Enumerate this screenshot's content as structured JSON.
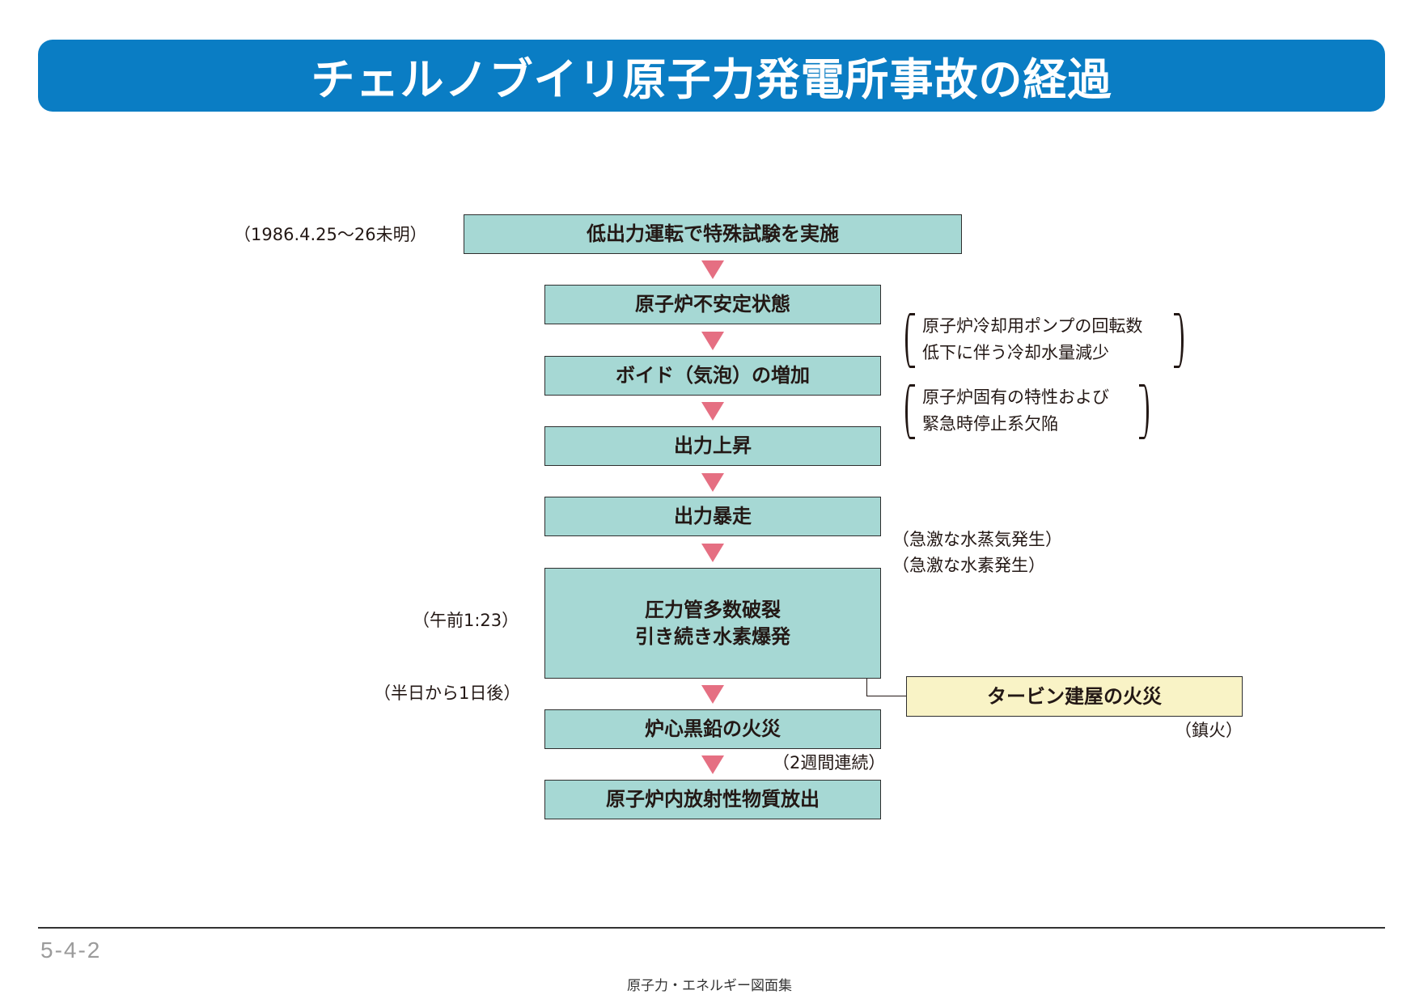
{
  "title": "チェルノブイリ原子力発電所事故の経過",
  "steps": [
    "低出力運転で特殊試験を実施",
    "原子炉不安定状態",
    "ボイド（気泡）の増加",
    "出力上昇",
    "出力暴走",
    "圧力管多数破裂\n引き続き水素爆発",
    "炉心黒鉛の火災",
    "原子炉内放射性物質放出"
  ],
  "side_box": "タービン建屋の火災",
  "notes": {
    "date": "（1986.4.25〜26未明）",
    "cause1": "原子炉冷却用ポンプの回転数\n低下に伴う冷却水量減少",
    "cause2": "原子炉固有の特性および\n緊急時停止系欠陥",
    "steam": "（急激な水蒸気発生）",
    "hydrogen": "（急激な水素発生）",
    "time": "（午前1:23）",
    "half_day": "（半日から1日後）",
    "extinguished": "（鎮火）",
    "two_weeks": "（2週間連続）"
  },
  "footer": {
    "page_number": "5-4-2",
    "caption": "原子力・エネルギー図面集"
  },
  "colors": {
    "title_bar": "#0a7dc4",
    "step_fill": "#a6d8d4",
    "side_box_fill": "#f9f3c6",
    "arrow": "#e56f82"
  }
}
